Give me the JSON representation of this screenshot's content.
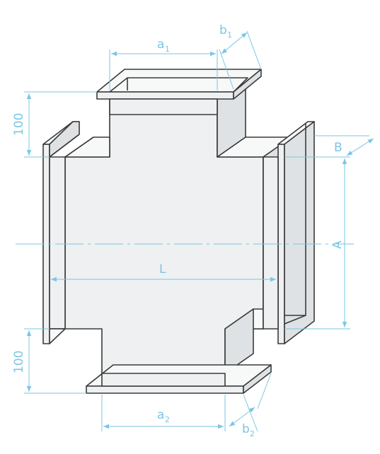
{
  "labels": {
    "a1": "a",
    "a1_sub": "1",
    "b1": "b",
    "b1_sub": "1",
    "a2": "a",
    "a2_sub": "2",
    "b2": "b",
    "b2_sub": "2",
    "A": "A",
    "B": "B",
    "L": "L",
    "top_100": "100",
    "bottom_100": "100"
  },
  "colors": {
    "dimension": "#7ac6e3",
    "outline": "#3a3a3a",
    "face": "#eef0f1"
  }
}
